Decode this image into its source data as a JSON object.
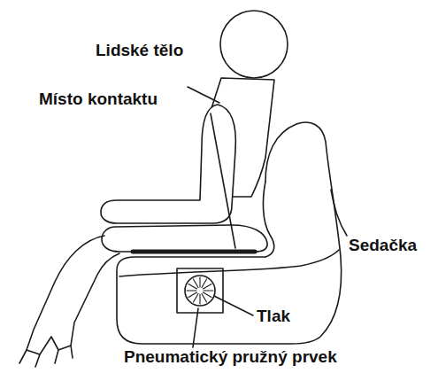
{
  "diagram": {
    "labels": [
      "Lidské tělo",
      "Místo kontaktu",
      "Sedačka",
      "Tlak",
      "Pneumatický pružný prvek"
    ]
  }
}
